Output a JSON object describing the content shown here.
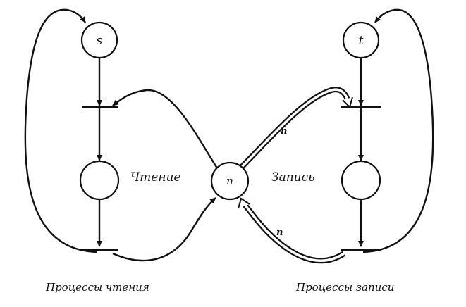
{
  "places": {
    "s": "s",
    "t": "t",
    "shared": "n"
  },
  "labels": {
    "read": "Чтение",
    "write": "Запись",
    "arc_in": "n",
    "arc_out": "n"
  },
  "captions": {
    "read_processes": "Процессы чтения",
    "write_processes": "Процессы записи"
  }
}
